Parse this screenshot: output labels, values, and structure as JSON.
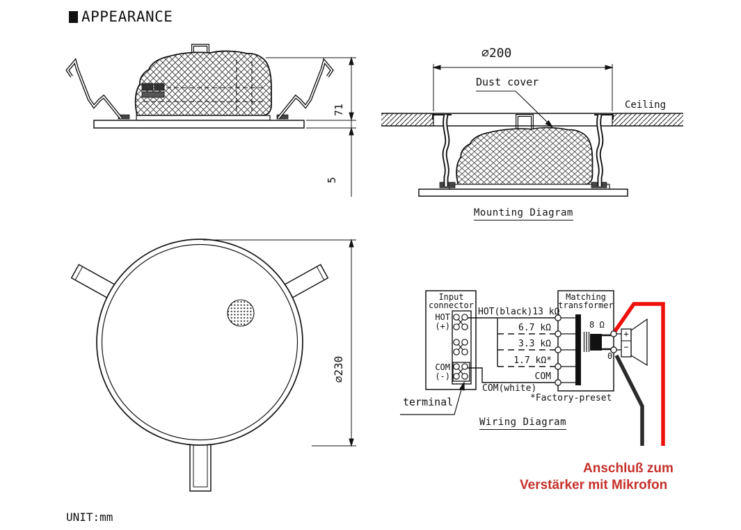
{
  "page": {
    "heading": "APPEARANCE",
    "unit_note": "UNIT:mm"
  },
  "side_view": {
    "height_dim": "71",
    "flange_dim": "5"
  },
  "mounting_view": {
    "hole_dim": "⌀200",
    "dust_cover_label": "Dust cover",
    "ceiling_label": "Ceiling",
    "caption": "Mounting Diagram"
  },
  "bottom_view": {
    "diameter_dim": "⌀230"
  },
  "wiring_view": {
    "caption": "Wiring Diagram",
    "input_box": {
      "title_line1": "Input",
      "title_line2": "connector",
      "hot_label": "HOT",
      "hot_polarity": "(+)",
      "com_label": "COM",
      "com_polarity": "(-)"
    },
    "transformer_box": {
      "title_line1": "Matching",
      "title_line2": "transformer",
      "tap_8": "8 Ω",
      "tap_0": "0"
    },
    "taps": {
      "hot": "HOT(black)13 kΩ",
      "t67": "6.7 kΩ",
      "t33": "3.3 kΩ",
      "t17": "1.7 kΩ*",
      "com": "COM"
    },
    "com_white_label": "COM(white)",
    "factory_note": "*Factory-preset",
    "terminal_label": "terminal",
    "speaker": {
      "plus": "+",
      "minus": "−"
    }
  },
  "annotation": {
    "line1": "Anschluß zum",
    "line2": "Verstärker mit Mikrofon"
  },
  "colors": {
    "red_wire": "#ee100a",
    "black_wire": "#2b2b2b",
    "label_red": "#c4302b",
    "line": "#111111"
  }
}
